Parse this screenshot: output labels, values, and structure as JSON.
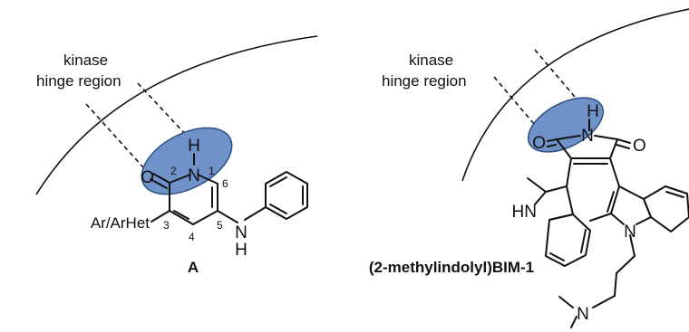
{
  "colors": {
    "highlight": "#6f93c9",
    "highlight_stroke": "#2e4f86",
    "ink": "#111111"
  },
  "left_panel": {
    "pocket_label_line1": "kinase",
    "pocket_label_line2": "hinge region",
    "atoms": {
      "oxygen": "O",
      "nitrogen": "N",
      "hydrogen": "H",
      "amine_n": "N",
      "amine_h": "H"
    },
    "substituent": "Ar/ArHet",
    "ring_numbers": {
      "n1": "1",
      "n2": "2",
      "n3": "3",
      "n4": "4",
      "n5": "5",
      "n6": "6"
    },
    "compound_label": "A"
  },
  "right_panel": {
    "pocket_label_line1": "kinase",
    "pocket_label_line2": "hinge region",
    "atoms": {
      "imide_o_left": "O",
      "imide_n": "N",
      "imide_h": "H",
      "imide_o_right": "O",
      "indole1_nh": "HN",
      "indole2_n": "N",
      "amine_n": "N"
    },
    "compound_label": "(2-methylindolyl)BIM-1"
  }
}
